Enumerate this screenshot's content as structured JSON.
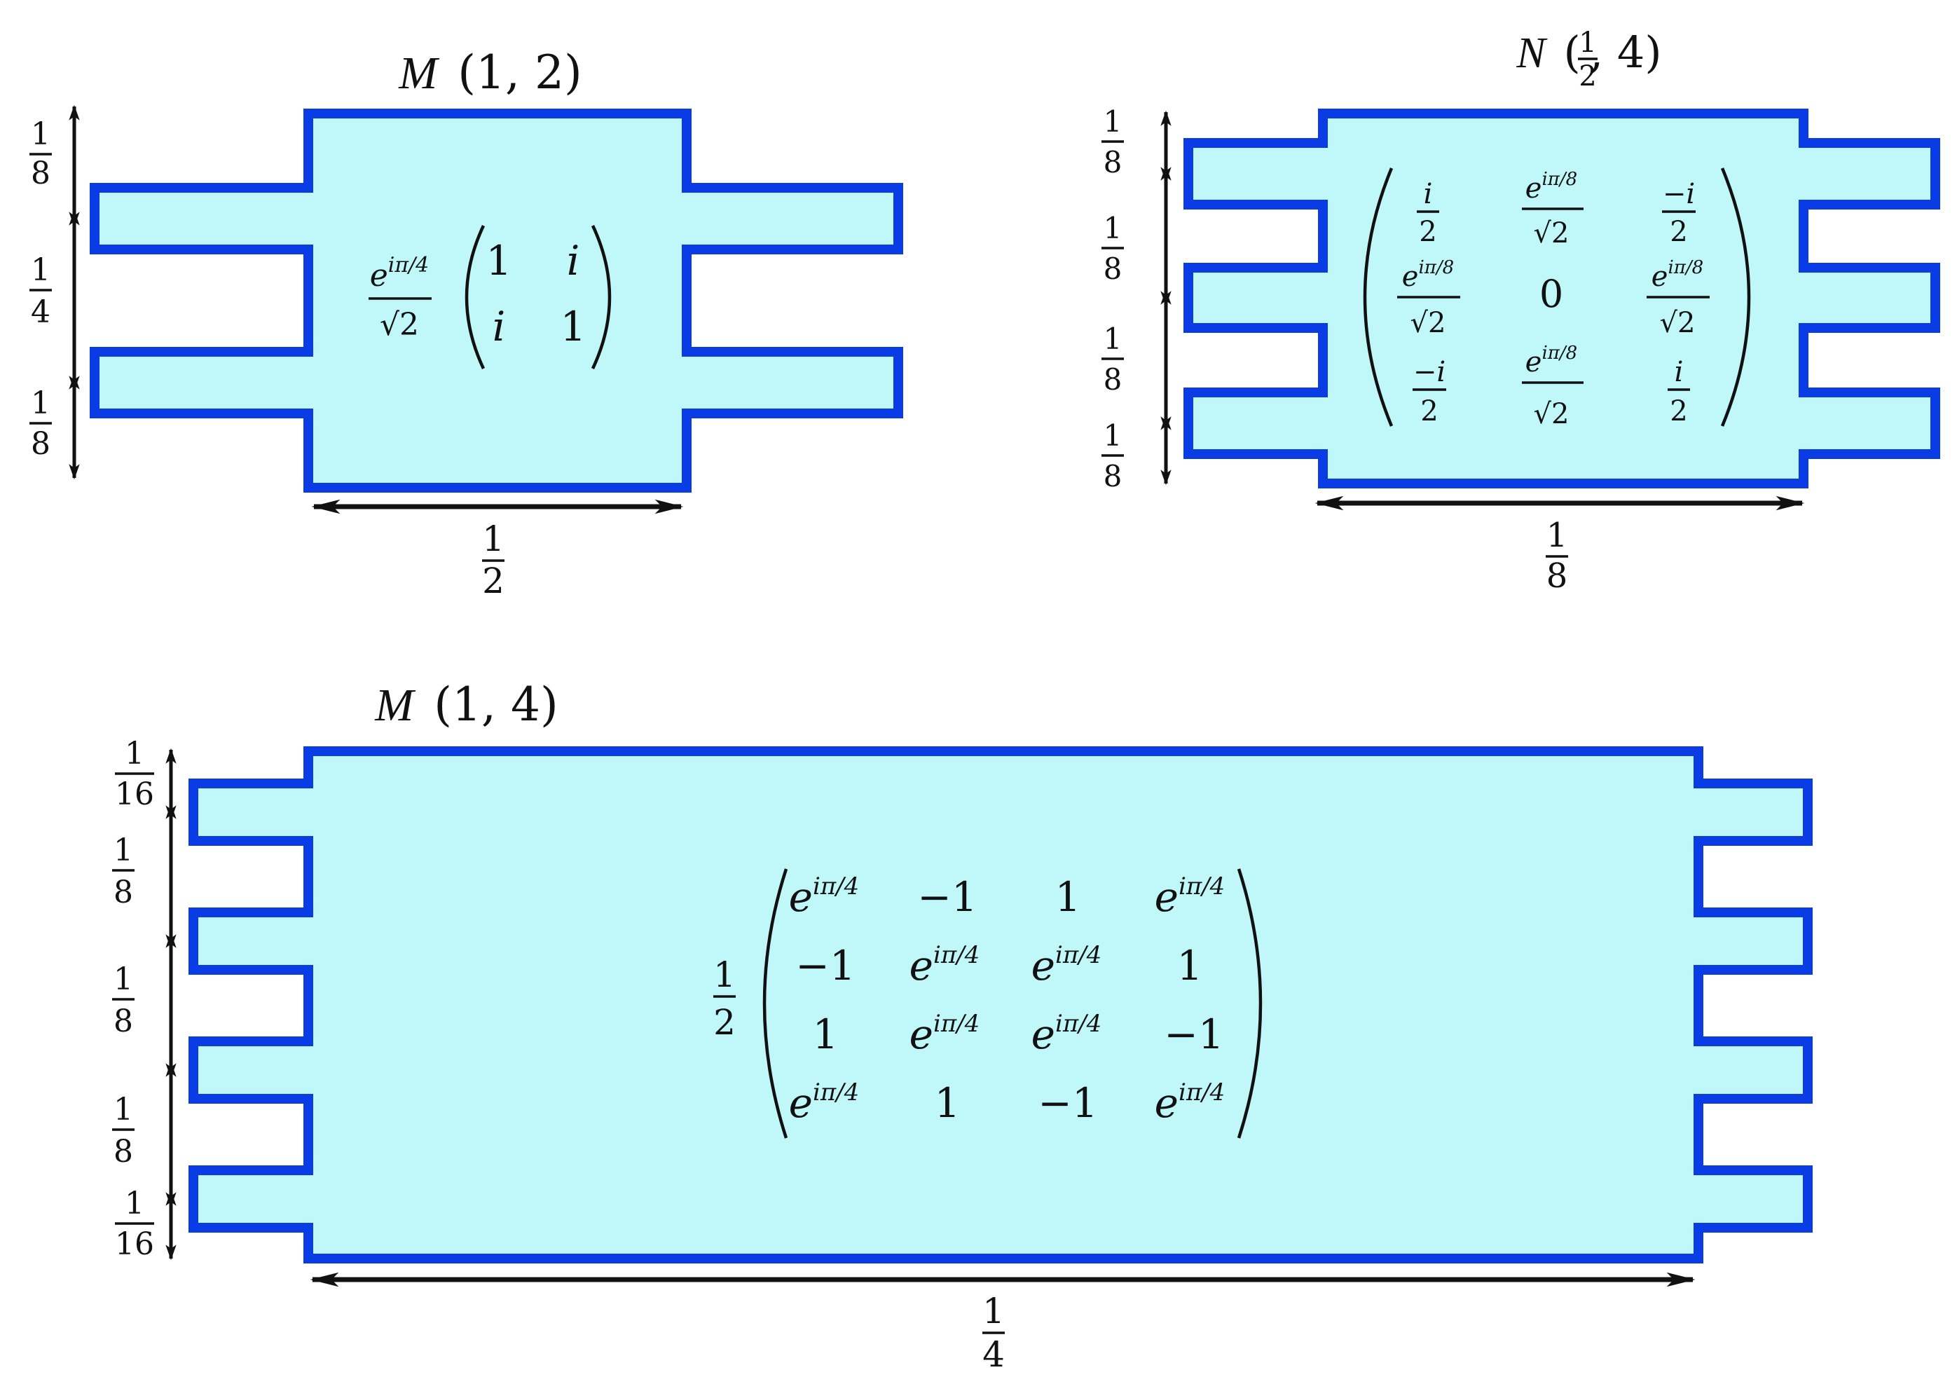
{
  "diagrams": [
    {
      "title": {
        "prefix": "M",
        "args": "(1, 2)"
      },
      "left_dimensions": [
        "1/8",
        "1/4",
        "1/8"
      ],
      "bottom_dimension": "1/2",
      "matrix_prefix": {
        "num": "e^{iπ/4}",
        "den": "√2"
      },
      "matrix": [
        [
          "1",
          "i"
        ],
        [
          "i",
          "1"
        ]
      ]
    },
    {
      "title": {
        "prefix": "N",
        "args": "(1/2, 4)"
      },
      "left_dimensions": [
        "1/8",
        "1/8",
        "1/8",
        "1/8"
      ],
      "bottom_dimension": "1/8",
      "matrix": [
        [
          "i/2",
          "e^{iπ/8}/√2",
          "−i/2"
        ],
        [
          "e^{iπ/8}/√2",
          "0",
          "e^{iπ/8}/√2"
        ],
        [
          "−i/2",
          "e^{iπ/8}/√2",
          "i/2"
        ]
      ]
    },
    {
      "title": {
        "prefix": "M",
        "args": "(1, 4)"
      },
      "left_dimensions": [
        "1/16",
        "1/8",
        "1/8",
        "1/8",
        "1/16"
      ],
      "bottom_dimension": "1/4",
      "matrix_prefix": {
        "num": "1",
        "den": "2"
      },
      "matrix": [
        [
          "e^{iπ/4}",
          "−1",
          "1",
          "e^{iπ/4}"
        ],
        [
          "−1",
          "e^{iπ/4}",
          "e^{iπ/4}",
          "1"
        ],
        [
          "1",
          "e^{iπ/4}",
          "e^{iπ/4}",
          "−1"
        ],
        [
          "e^{iπ/4}",
          "1",
          "−1",
          "e^{iπ/4}"
        ]
      ]
    }
  ],
  "colors": {
    "fill": "#c0f8fa",
    "stroke": "#0a3ce6"
  }
}
